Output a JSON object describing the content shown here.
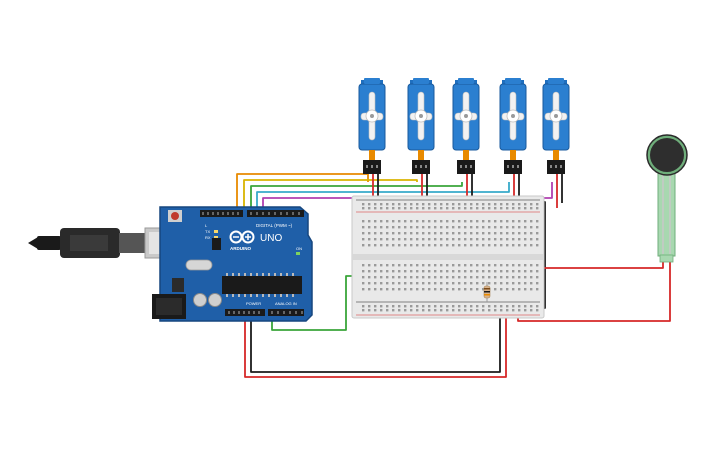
{
  "arduino": {
    "brand": "ARDUINO",
    "model": "UNO",
    "digital_label": "DIGITAL (PWM ~)",
    "power_label": "POWER",
    "analog_label": "ANALOG IN",
    "tx_label": "TX",
    "rx_label": "RX",
    "l_label": "L",
    "on_label": "ON"
  },
  "components": {
    "servo_count_icon": "servo-icon",
    "force_sensor_icon": "force-sensor-icon",
    "resistor_icon": "resistor-icon",
    "usb_icon": "usb-cable-icon"
  },
  "colors": {
    "board": "#1f5fa8",
    "board_dark": "#17477f",
    "servo": "#2b7fd0",
    "breadboard": "#e9e9e9",
    "wire_red": "#d62828",
    "wire_black": "#1b1b1b",
    "wire_orange": "#e88a00",
    "wire_yellow": "#d9b400",
    "wire_green": "#3aa53a",
    "wire_cyan": "#37a9c9",
    "wire_purple": "#b03fb0"
  }
}
